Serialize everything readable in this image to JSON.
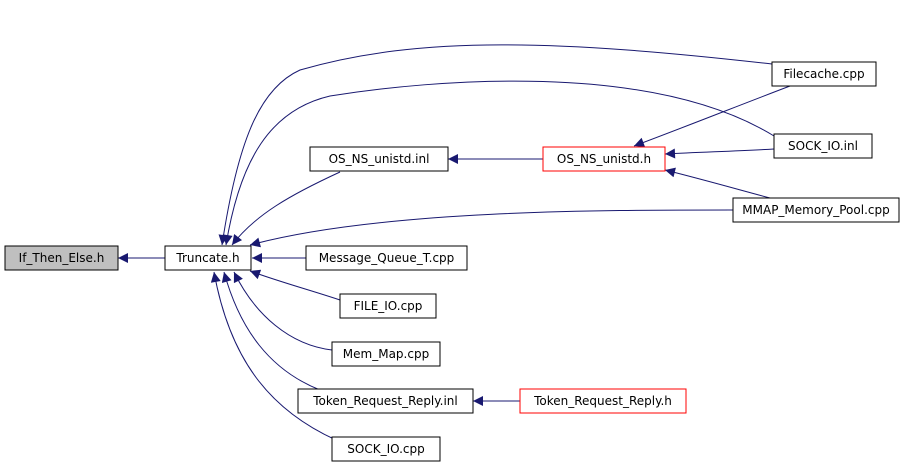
{
  "nodes": [
    {
      "id": "if_then_else",
      "label": "If_Then_Else.h",
      "root": true
    },
    {
      "id": "truncate",
      "label": "Truncate.h"
    },
    {
      "id": "os_ns_unistd_inl",
      "label": "OS_NS_unistd.inl"
    },
    {
      "id": "os_ns_unistd_h",
      "label": "OS_NS_unistd.h",
      "border_color": "#ff0000"
    },
    {
      "id": "filecache",
      "label": "Filecache.cpp"
    },
    {
      "id": "sock_io_inl",
      "label": "SOCK_IO.inl"
    },
    {
      "id": "mmap_memory_pool",
      "label": "MMAP_Memory_Pool.cpp"
    },
    {
      "id": "message_queue_t",
      "label": "Message_Queue_T.cpp"
    },
    {
      "id": "file_io",
      "label": "FILE_IO.cpp"
    },
    {
      "id": "mem_map",
      "label": "Mem_Map.cpp"
    },
    {
      "id": "token_request_reply_inl",
      "label": "Token_Request_Reply.inl"
    },
    {
      "id": "token_request_reply_h",
      "label": "Token_Request_Reply.h",
      "border_color": "#ff0000"
    },
    {
      "id": "sock_io_cpp",
      "label": "SOCK_IO.cpp"
    }
  ],
  "edges": [
    {
      "from": "truncate",
      "to": "if_then_else"
    },
    {
      "from": "filecache",
      "to": "truncate"
    },
    {
      "from": "sock_io_inl",
      "to": "truncate"
    },
    {
      "from": "os_ns_unistd_inl",
      "to": "truncate"
    },
    {
      "from": "mmap_memory_pool",
      "to": "truncate"
    },
    {
      "from": "message_queue_t",
      "to": "truncate"
    },
    {
      "from": "file_io",
      "to": "truncate"
    },
    {
      "from": "mem_map",
      "to": "truncate"
    },
    {
      "from": "token_request_reply_inl",
      "to": "truncate"
    },
    {
      "from": "sock_io_cpp",
      "to": "truncate"
    },
    {
      "from": "os_ns_unistd_h",
      "to": "os_ns_unistd_inl"
    },
    {
      "from": "filecache",
      "to": "os_ns_unistd_h"
    },
    {
      "from": "sock_io_inl",
      "to": "os_ns_unistd_h"
    },
    {
      "from": "mmap_memory_pool",
      "to": "os_ns_unistd_h"
    },
    {
      "from": "token_request_reply_h",
      "to": "token_request_reply_inl"
    }
  ],
  "colors": {
    "edge": "#191970",
    "root_fill": "#bfbfbf",
    "node_border": "#000000",
    "highlight_border": "#ff0000"
  }
}
